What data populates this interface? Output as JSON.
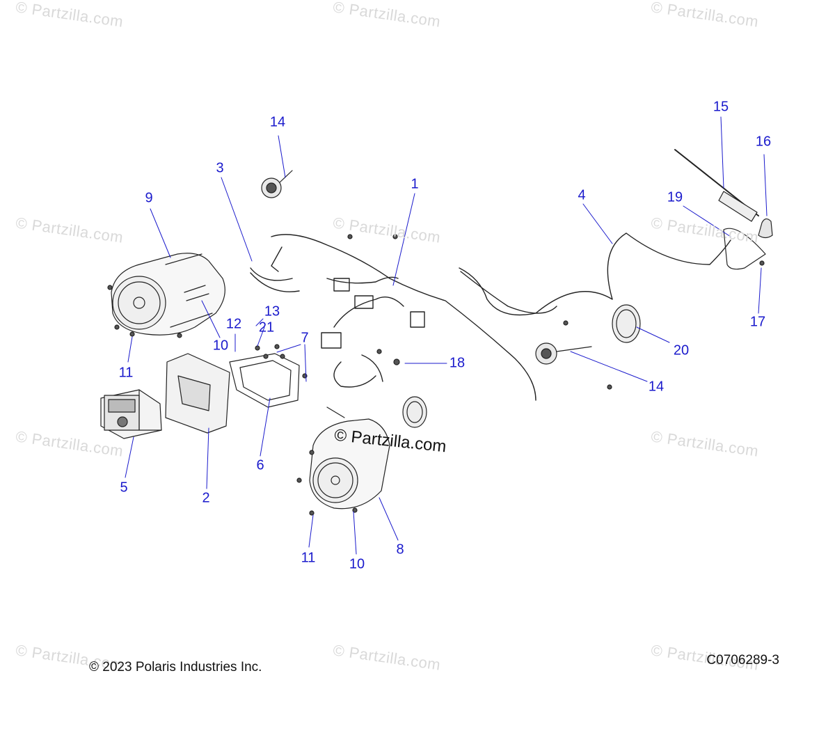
{
  "watermark": "© Partzilla.com",
  "callouts": [
    "1",
    "2",
    "3",
    "4",
    "5",
    "6",
    "7",
    "8",
    "9",
    "10",
    "10",
    "11",
    "11",
    "12",
    "13",
    "14",
    "14",
    "15",
    "16",
    "17",
    "18",
    "19",
    "20",
    "21"
  ],
  "footer": {
    "copyright": "© 2023 Polaris Industries Inc.",
    "drawing_number": "C0706289-3"
  }
}
